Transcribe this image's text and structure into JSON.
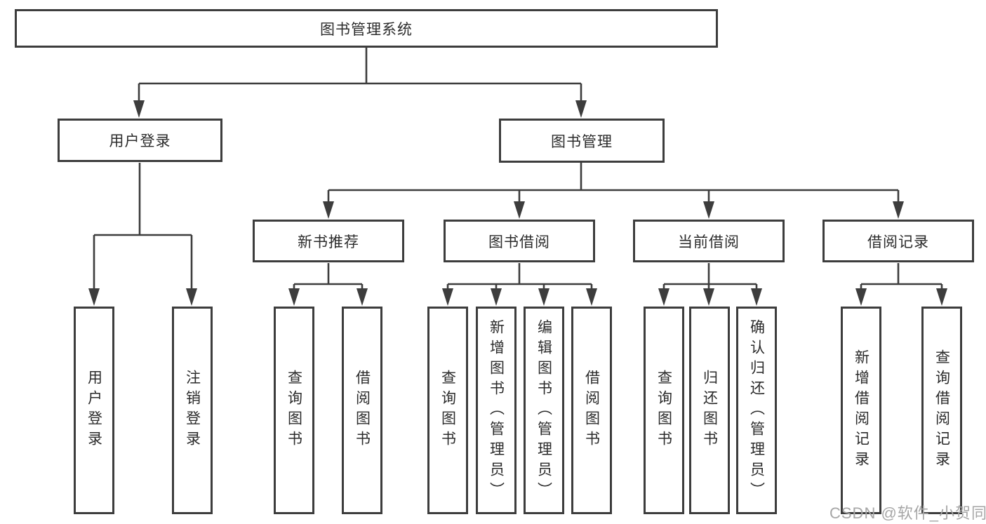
{
  "diagram": {
    "title": "图书管理系统",
    "watermark": "CSDN @软件_小贺同学",
    "colors": {
      "line": "#3d3d3d",
      "box_border": "#3d3d3d",
      "text": "#2b2b2b",
      "watermark_text": "#a6a6a6",
      "background": "#ffffff"
    },
    "branches": [
      {
        "label": "用户登录",
        "children": [
          "用户登录",
          "注销登录"
        ]
      },
      {
        "label": "图书管理",
        "groups": [
          {
            "label": "新书推荐",
            "children": [
              "查询图书",
              "借阅图书"
            ]
          },
          {
            "label": "图书借阅",
            "children": [
              "查询图书",
              "新增图书（管理员）",
              "编辑图书（管理员）",
              "借阅图书"
            ]
          },
          {
            "label": "当前借阅",
            "children": [
              "查询图书",
              "归还图书",
              "确认归还（管理员）"
            ]
          },
          {
            "label": "借阅记录",
            "children": [
              "新增借阅记录",
              "查询借阅记录"
            ]
          }
        ]
      }
    ]
  }
}
